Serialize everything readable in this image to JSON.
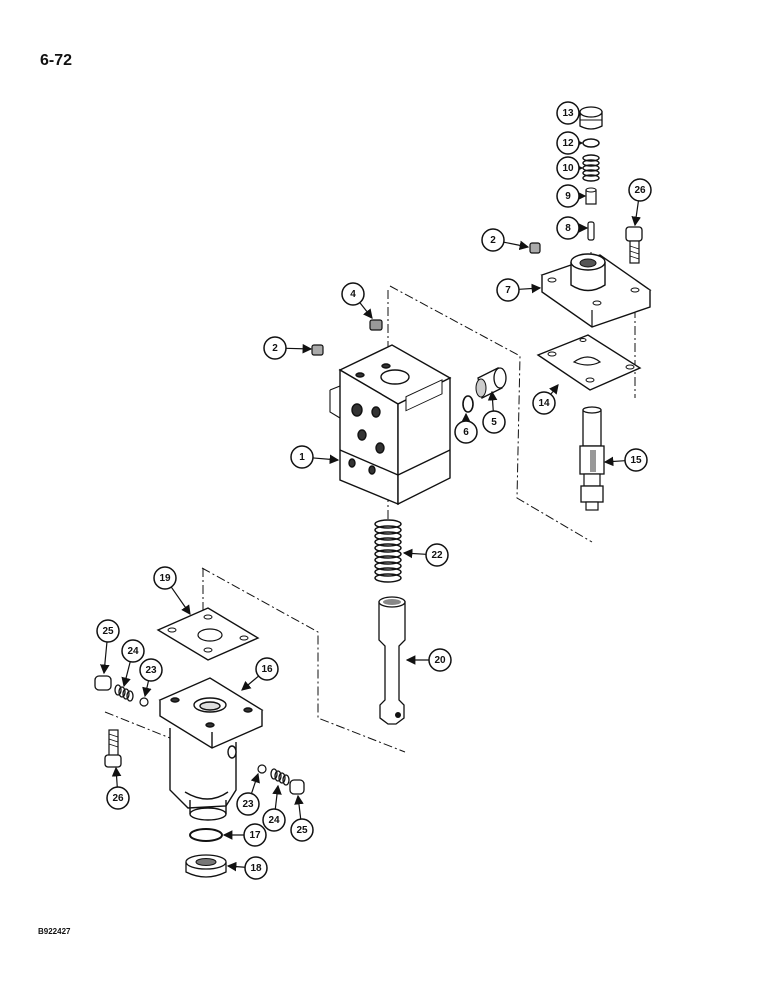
{
  "page": {
    "title": "6-72",
    "doc_code": "B922427"
  },
  "colors": {
    "ink": "#111111",
    "paper": "#ffffff",
    "shade": "#9a9a9a"
  },
  "callouts": [
    {
      "id": "c13",
      "label": "13"
    },
    {
      "id": "c12",
      "label": "12"
    },
    {
      "id": "c10",
      "label": "10"
    },
    {
      "id": "c9",
      "label": "9"
    },
    {
      "id": "c8",
      "label": "8"
    },
    {
      "id": "c26a",
      "label": "26"
    },
    {
      "id": "c2a",
      "label": "2"
    },
    {
      "id": "c7",
      "label": "7"
    },
    {
      "id": "c14",
      "label": "14"
    },
    {
      "id": "c15",
      "label": "15"
    },
    {
      "id": "c4",
      "label": "4"
    },
    {
      "id": "c2b",
      "label": "2"
    },
    {
      "id": "c6",
      "label": "6"
    },
    {
      "id": "c5",
      "label": "5"
    },
    {
      "id": "c1",
      "label": "1"
    },
    {
      "id": "c22",
      "label": "22"
    },
    {
      "id": "c19",
      "label": "19"
    },
    {
      "id": "c20",
      "label": "20"
    },
    {
      "id": "c25a",
      "label": "25"
    },
    {
      "id": "c24a",
      "label": "24"
    },
    {
      "id": "c23a",
      "label": "23"
    },
    {
      "id": "c16",
      "label": "16"
    },
    {
      "id": "c26b",
      "label": "26"
    },
    {
      "id": "c23b",
      "label": "23"
    },
    {
      "id": "c24b",
      "label": "24"
    },
    {
      "id": "c25b",
      "label": "25"
    },
    {
      "id": "c17",
      "label": "17"
    },
    {
      "id": "c18",
      "label": "18"
    }
  ]
}
